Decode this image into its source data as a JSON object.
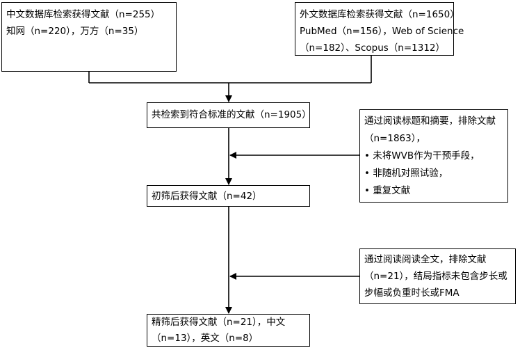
{
  "boxes": {
    "chinese_db": {
      "lines": [
        "中文数据库检索获得文献（n=255）",
        "知网（n=220），万方（n=35）"
      ]
    },
    "foreign_db": {
      "lines": [
        "外文数据库检索获得文献（n=1650）",
        "PubMed（n=156），Web of Science",
        "（n=182）、Scopus（n=1312）"
      ]
    },
    "total_retrieved": {
      "lines": [
        "共检索到符合标准的文献（n=1905）"
      ]
    },
    "exclusion_title_abstract": {
      "lines": [
        "通过阅读标题和摘要，排除文献",
        "（n=1863），",
        "• 未将WVB作为干预手段，",
        "• 非随机对照试验，",
        "• 重复文献"
      ]
    },
    "initial_screen": {
      "lines": [
        "初筛后获得文献（n=42）"
      ]
    },
    "exclusion_fulltext": {
      "lines": [
        "通过阅读阅读全文，排除文献",
        "（n=21），结局指标未包含步长或",
        "步幅或负重时长或FMA"
      ]
    },
    "final_screen": {
      "lines": [
        "精筛后获得文献（n=21），中文",
        "（n=13），英文（n=8）"
      ]
    }
  }
}
